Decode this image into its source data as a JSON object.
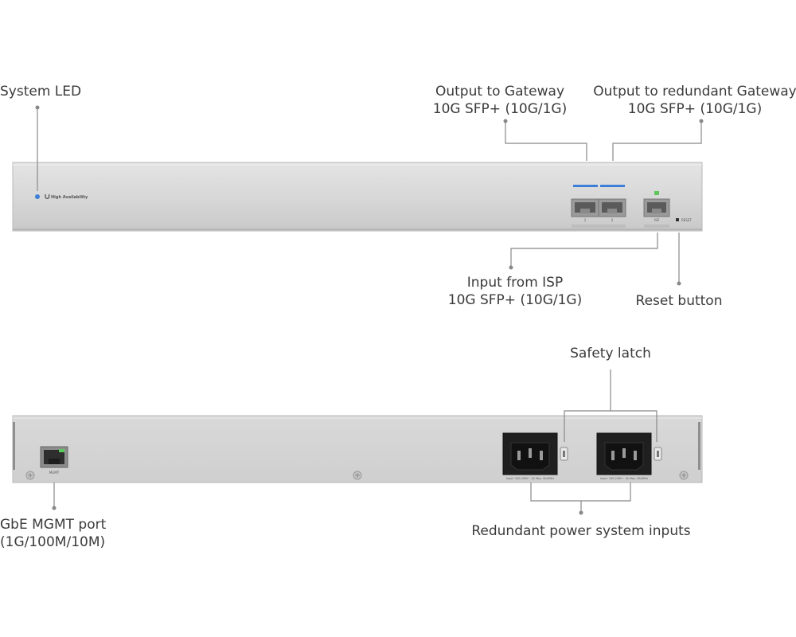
{
  "front_panel": {
    "brand_text": "High Availability",
    "port_labels": {
      "gateway_port": "1",
      "redundant_port": "2",
      "isp_port": "ISP",
      "reset": "RESET"
    }
  },
  "rear_panel": {
    "mgmt_port_label": "MGMT",
    "power_rating_left": "Input: 100-240V~ 1A Max, 50/60Hz",
    "power_rating_right": "Input: 100-240V~ 1A Max, 50/60Hz"
  },
  "callouts": {
    "system_led": "System LED",
    "output_gateway": {
      "line1": "Output to Gateway",
      "line2": "10G SFP+ (10G/1G)"
    },
    "output_redundant": {
      "line1": "Output to redundant Gateway",
      "line2": "10G SFP+ (10G/1G)"
    },
    "input_isp": {
      "line1": "Input from ISP",
      "line2": "10G SFP+ (10G/1G)"
    },
    "reset_button": "Reset button",
    "safety_latch": "Safety latch",
    "mgmt_port": {
      "line1": "GbE MGMT port",
      "line2": "(1G/100M/10M)"
    },
    "power_inputs": "Redundant power system inputs"
  },
  "colors": {
    "panel": "#d6d6d6",
    "panel_edge": "#bdbdbd",
    "led_blue": "#3d7fd8",
    "led_green": "#5cc85a",
    "leader_line": "#888888"
  }
}
